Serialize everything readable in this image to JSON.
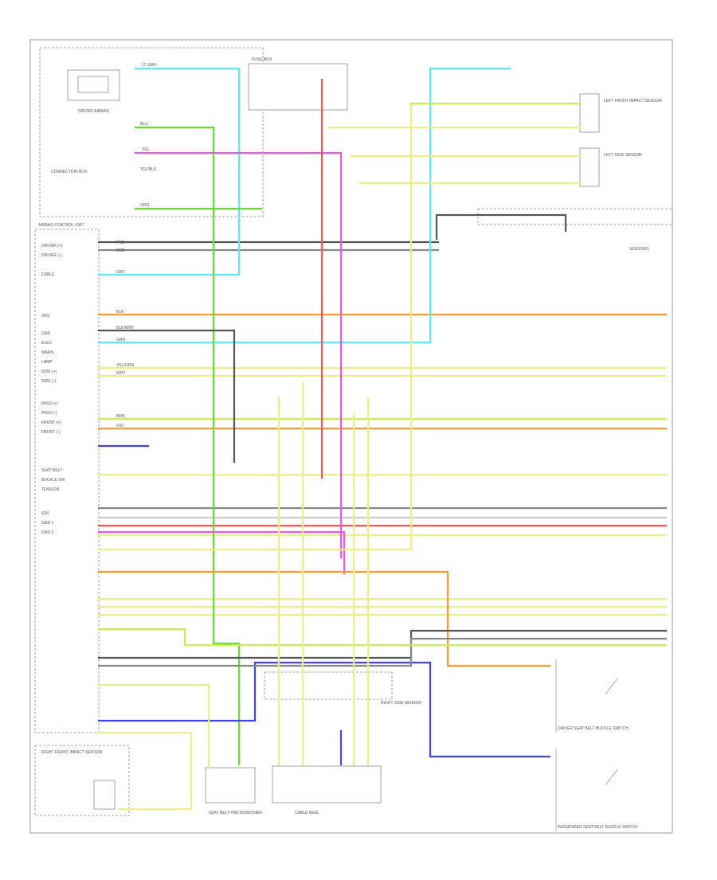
{
  "diagram": {
    "components": {
      "airbag_control_unit": "AIRBAG CONTROL UNIT",
      "driver_airbag": "DRIVER AIRBAG",
      "fuse_box": "FUSE BOX",
      "connection_box": "CONNECTION BOX",
      "sensors": "SENSORS",
      "left_front_impact_sensor": "LEFT FRONT IMPACT SENSOR",
      "left_side_sensor": "LEFT SIDE SENSOR",
      "right_front_impact_sensor": "RIGHT FRONT IMPACT SENSOR",
      "right_side_sensor": "RIGHT SIDE SENSOR",
      "seat_belt_pretensioner": "SEAT BELT PRETENSIONER",
      "driver_seat_belt_buckle_switch": "DRIVER SEAT BELT BUCKLE SWITCH",
      "passenger_seat_belt_buckle_switch": "PASSENGER SEAT BELT BUCKLE SWITCH",
      "cable_reel": "CABLE REEL"
    },
    "pin_labels": [
      "DRIVER (+)",
      "DRIVER (-)",
      "CABLE",
      "SRS",
      "GND",
      "ELEC",
      "WARN",
      "LAMP",
      "SIDE (+)",
      "SIDE (-)",
      "PASS (+)",
      "PASS (-)",
      "FRONT (+)",
      "FRONT (-)",
      "SEAT BELT",
      "BUCKLE SW",
      "TENSION",
      "IGN",
      "GND 1",
      "GND 2"
    ],
    "wire_codes": [
      "LT GRN",
      "BLU",
      "YEL",
      "YEL/BLK",
      "ORG",
      "PNK",
      "RED",
      "GRY",
      "BLK",
      "BLK/WHT",
      "GRN",
      "YEL/GRN",
      "WHT",
      "BRN",
      "VIO"
    ],
    "colors": {
      "background": "#ffffff",
      "frame": "#9a9a9a",
      "cyan": "#5fe8f0",
      "green": "#66dd33",
      "magenta": "#ee55ee",
      "orange": "#ff9933",
      "yellow": "#eeee88",
      "yellow_green": "#ccee55",
      "gray": "#888888",
      "dark_gray": "#555555",
      "red": "#ff5555",
      "blue": "#4444ee",
      "light_gray": "#cccccc"
    }
  }
}
